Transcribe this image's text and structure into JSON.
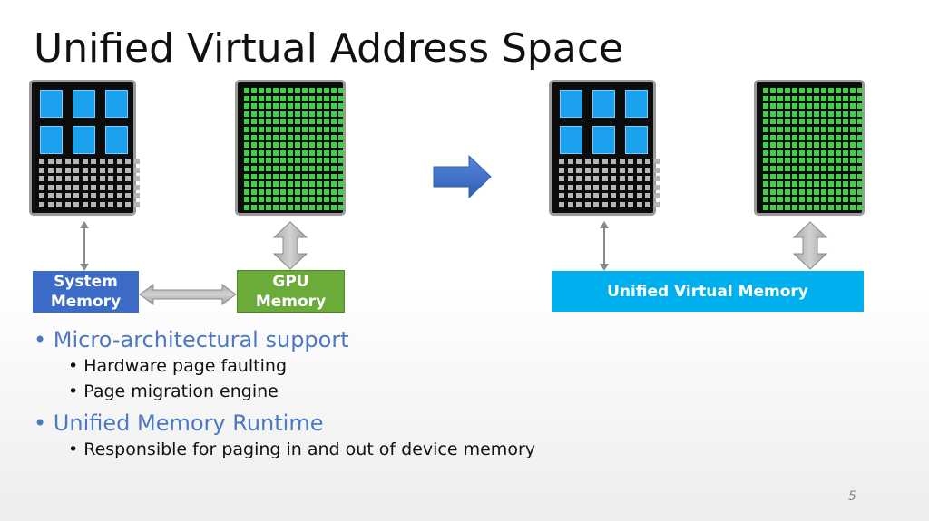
{
  "slide": {
    "title": "Unified Virtual Address Space",
    "page_number": "5"
  },
  "diagram": {
    "left": {
      "system_memory_label": "System Memory",
      "gpu_memory_label": "GPU Memory"
    },
    "right": {
      "unified_memory_label": "Unified Virtual Memory"
    },
    "colors": {
      "system_memory": "#3d6cc8",
      "gpu_memory": "#6aab3a",
      "unified_memory": "#00b0ee",
      "transition_arrow": "#3f6fc6",
      "cpu_core": "#1aa0ec",
      "gpu_core": "#3fd04a"
    }
  },
  "bullets": [
    {
      "text": "Micro-architectural support",
      "sub": [
        "Hardware page faulting",
        "Page migration engine"
      ]
    },
    {
      "text": "Unified Memory Runtime",
      "sub": [
        "Responsible for paging in and out of device memory"
      ]
    }
  ]
}
